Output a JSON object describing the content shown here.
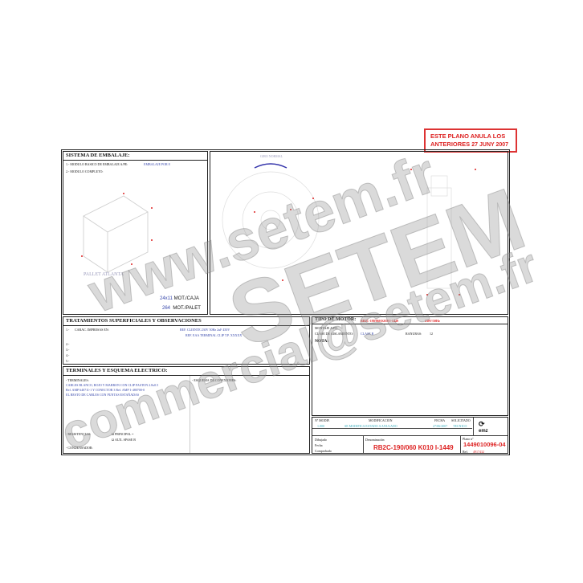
{
  "stamp": {
    "line1": "ESTE PLANO ANULA LOS",
    "line2": "ANTERIORES",
    "date": "27 JUNY 2007"
  },
  "packaging": {
    "title": "SISTEMA DE EMBALAJE:",
    "item1": "1.- MODULO BASICO DE EMBALAJE A/PE:",
    "item1_value": "EMBALAJE POR 8",
    "item2": "2.- MODULO COMPLETO:",
    "pallet_label": "PALLET ATLANTA",
    "qty_box": "24x11",
    "qty_box_unit": "MOT./CAJA",
    "qty_pallet": "264",
    "qty_pallet_unit": "MOT./PALET"
  },
  "drawing": {
    "rotation_label": "GIRO NORMAL"
  },
  "treatments": {
    "title": "TRATAMIENTOS SUPERFICIALES Y OBSERVACIONES",
    "rows": [
      "1.-",
      "2.-",
      "3.-",
      "4.-",
      "5.-"
    ],
    "row1_label": "CARAC. IMPRESAS EN:",
    "row1_text1": "REF. CLIENTE 230V 50Hz 2uF 450V",
    "row1_text2": "REF. EAA  TERMINAL CLIP  T.P. XXXXX"
  },
  "terminals": {
    "title": "TERMINALES Y ESQUEMA ELECTRICO:",
    "terminals_label": "- TERMINALES:",
    "lines": [
      "CABLES BLANCO, ROJO Y MARRON CON CLIP FASTON 2.8x0.5",
      "Ref. AMP 640711-1 Y CONECTOR 3 Ref. AMP 1-480700-0",
      "EL RESTO DE CABLES CON PUNTAS ESTAÑADAS"
    ],
    "scheme_label": "- ESQUEMA DE CONEXIONES:",
    "resist_label": "- RESISTENCIAS:",
    "resist_main": "Ω PRINCIPAL =",
    "resist_aux": "Ω AUX. SPASE B",
    "condenser_label": "- CONDENSADOR:"
  },
  "motor": {
    "title": "TIPO DE MOTOR:",
    "type_value": "RB2C-190/060 K010 I-1449",
    "voltage": "230V/50Hz",
    "mount_label": "MONTAJE A/PE:",
    "class_label": "CLASE DE AISLAMIENTO:",
    "class_value": "CLASE B",
    "slots_label": "RANURAS:",
    "slots_value": "12",
    "note_label": "NOTA:"
  },
  "titleblock": {
    "col_mod": "Nº MODIF.",
    "col_desc": "MODIFICACION",
    "col_date": "FECHA",
    "col_req": "SOLICITADO",
    "mod_no": "1.000",
    "mod_desc": "SE MODIFICA ESTADO A ANULADO",
    "mod_date": "27/06/2007",
    "mod_req": "TECNICO",
    "drawn_label": "Dibujado",
    "date_label": "Fecha",
    "checked_label": "Comprobado",
    "designation_label": "Denominación",
    "designation": "RB2C-190/060 K010 I-1449",
    "code_label": "Plano nº",
    "code": "1449010096-04",
    "sub_label": "Ref.",
    "sub_code": "4917432",
    "logo": "emz"
  },
  "watermarks": [
    "www.setem.fr",
    "SETEM",
    "commercial@setem.fr"
  ]
}
